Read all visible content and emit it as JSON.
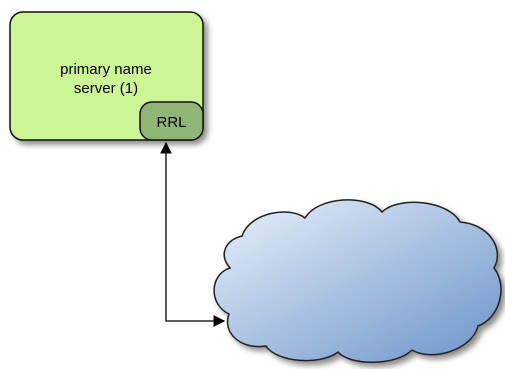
{
  "diagram": {
    "server": {
      "line1": "primary name",
      "line2": "server (1)",
      "fill": "#ccf596",
      "stroke": "#111111"
    },
    "rrl": {
      "label": "RRL",
      "fill": "#8fb675"
    },
    "cloud": {
      "fill_light": "#e9f1fb",
      "fill_dark": "#6b93c8",
      "stroke": "#222222"
    },
    "connector": {
      "stroke": "#000000"
    }
  }
}
